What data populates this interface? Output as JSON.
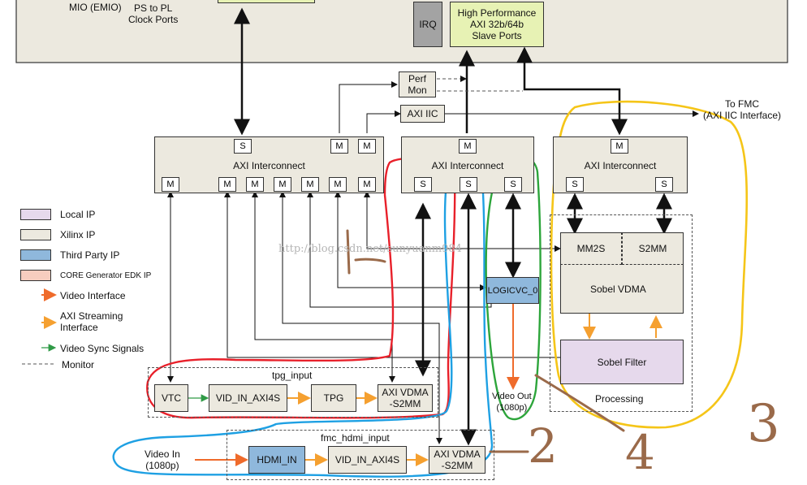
{
  "ps": {
    "emio_label": "MIO (EMIO)",
    "clock_ports_label": "PS to PL\nClock Ports",
    "irq_label": "IRQ",
    "hp_ports_label": "High Performance\nAXI 32b/64b\nSlave Ports"
  },
  "perf_mon_label": "Perf\nMon",
  "axi_iic_label": "AXI IIC",
  "to_fmc_label": "To FMC\n(AXI IIC Interface)",
  "interconnect_1": {
    "title": "AXI Interconnect",
    "top_ports": [
      "S",
      "M",
      "M"
    ],
    "bottom_ports": [
      "M",
      "M",
      "M",
      "M",
      "M",
      "M",
      "M"
    ]
  },
  "interconnect_2": {
    "title": "AXI Interconnect",
    "top_ports": [
      "M"
    ],
    "bottom_ports": [
      "S",
      "S",
      "S"
    ]
  },
  "interconnect_3": {
    "title": "AXI Interconnect",
    "top_ports": [
      "M"
    ],
    "bottom_ports": [
      "S",
      "S"
    ]
  },
  "legend": [
    {
      "label": "Local IP",
      "color": "#e6d9ec"
    },
    {
      "label": "Xilinx IP",
      "color": "#ece9df"
    },
    {
      "label": "Third Party IP",
      "color": "#8fb8dc"
    },
    {
      "label": "CORE Generator EDK IP",
      "color": "#f6cdbf"
    },
    {
      "label": "Video Interface",
      "color": "#ef6b2b"
    },
    {
      "label": "AXI Streaming\nInterface",
      "color": "#f5a030"
    },
    {
      "label": "Video Sync Signals",
      "color": "#2f9a46"
    },
    {
      "label": "Monitor",
      "color": "#555555"
    }
  ],
  "tpg_input": {
    "title": "tpg_input",
    "blocks": [
      "VTC",
      "VID_IN_AXI4S",
      "TPG",
      "AXI VDMA\n-S2MM"
    ]
  },
  "fmc_hdmi_input": {
    "title": "fmc_hdmi_input",
    "video_in_label": "Video In\n(1080p)",
    "blocks": [
      "HDMI_IN",
      "VID_IN_AXI4S",
      "AXI VDMA\n-S2MM"
    ]
  },
  "logicvc_label": "LOGICVC_0",
  "video_out_label": "Video Out\n(1080p)",
  "processing": {
    "title": "Processing",
    "mm2s_label": "MM2S",
    "s2mm_label": "S2MM",
    "vdma_label": "Sobel VDMA",
    "filter_label": "Sobel Filter"
  },
  "watermark": "http://blog.csdn.net/sunyuanm984",
  "annotations": [
    "2",
    "4",
    "3"
  ],
  "colors": {
    "xilinx": "#ece9df",
    "local": "#e6d9ec",
    "third_party": "#8fb8dc",
    "hp_green": "#e7f2b4",
    "irq_gray": "#a3a3a3"
  }
}
